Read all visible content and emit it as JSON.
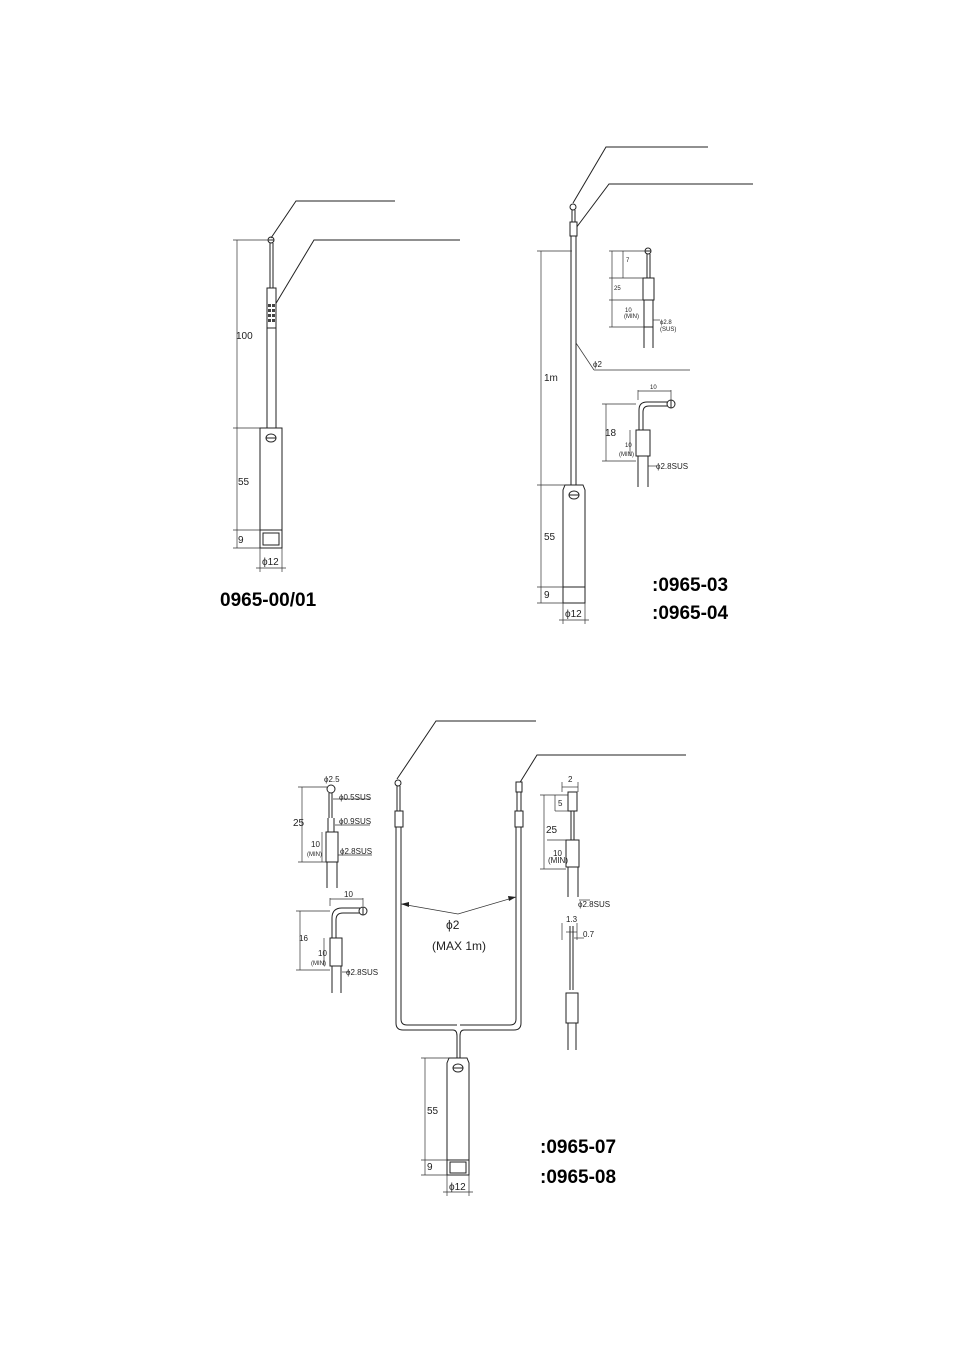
{
  "drawing1": {
    "model": "0965-00/01",
    "dims": {
      "length": "100",
      "handle": "55",
      "cap": "9",
      "dia": "ϕ12"
    }
  },
  "drawing2": {
    "model_a": ":0965-03",
    "model_b": ":0965-04",
    "dims": {
      "length": "1m",
      "cable": "ϕ2",
      "handle": "55",
      "cap": "9",
      "dia": "ϕ12"
    },
    "detail1": {
      "d7": "7",
      "d25": "25",
      "d10": "10",
      "min": "(MIN)",
      "sus": "ϕ2.8",
      "sus_sub": "(SUS)"
    },
    "detail2": {
      "d10": "10",
      "d18": "18",
      "d10v": "10",
      "min": "(MIN)",
      "sus": "ϕ2.8SUS"
    }
  },
  "drawing3": {
    "model_a": ":0965-07",
    "model_b": ":0965-08",
    "cable": "ϕ2",
    "max": "(MAX 1m)",
    "dims": {
      "handle": "55",
      "cap": "9",
      "dia": "ϕ12"
    },
    "left_detail": {
      "ball": "ϕ2.5",
      "d25": "25",
      "wire1": "ϕ0.5SUS",
      "wire2": "ϕ0.9SUS",
      "d10": "10",
      "min": "(MIN)",
      "sus": "ϕ2.8SUS"
    },
    "left_detail2": {
      "d10": "10",
      "d16": "16",
      "d10v": "10",
      "min": "(MIN)",
      "sus": "ϕ2.8SUS"
    },
    "right_detail": {
      "d2": "2",
      "d5": "5",
      "d25": "25",
      "d10": "10",
      "min": "(MIN)",
      "sus": "ϕ2.8SUS",
      "d13": "1.3",
      "d07": "0.7"
    }
  }
}
